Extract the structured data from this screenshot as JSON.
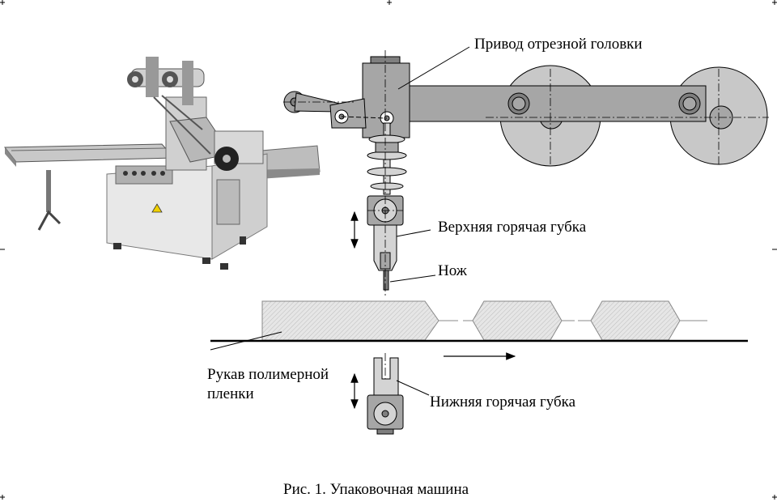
{
  "labels": {
    "drive": "Привод отрезной головки",
    "upper_jaw": "Верхняя горячая губка",
    "knife": "Нож",
    "film_line1": "Рукав полимерной",
    "film_line2": "пленки",
    "lower_jaw": "Нижняя горячая губка"
  },
  "caption": "Рис. 1. Упаковочная машина",
  "colors": {
    "light_fill": "#d4d4d4",
    "mid_fill": "#a6a6a6",
    "dark_fill": "#7f7f7f",
    "line": "#000000"
  }
}
